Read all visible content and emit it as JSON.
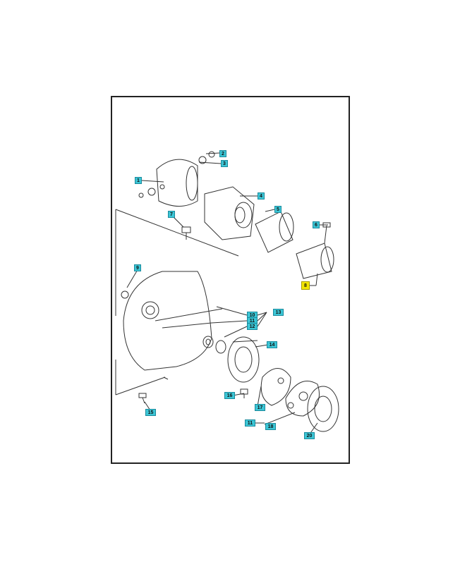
{
  "diagram": {
    "colors": {
      "callout_fill": "#3cc6d6",
      "callout_highlight": "#f3e600",
      "line": "#333333"
    },
    "callouts": [
      {
        "id": "c2",
        "label": "2"
      },
      {
        "id": "c3",
        "label": "3"
      },
      {
        "id": "c1",
        "label": "1"
      },
      {
        "id": "c4",
        "label": "4"
      },
      {
        "id": "c5",
        "label": "5"
      },
      {
        "id": "c6",
        "label": "6"
      },
      {
        "id": "c7",
        "label": "7"
      },
      {
        "id": "c8",
        "label": "8"
      },
      {
        "id": "c9",
        "label": "9"
      },
      {
        "id": "c10",
        "label": "10"
      },
      {
        "id": "c11",
        "label": "11"
      },
      {
        "id": "c12",
        "label": "12"
      },
      {
        "id": "c13",
        "label": "13"
      },
      {
        "id": "c14",
        "label": "14"
      },
      {
        "id": "c15",
        "label": "15"
      },
      {
        "id": "c16",
        "label": "16"
      },
      {
        "id": "c17",
        "label": "17"
      },
      {
        "id": "c11b",
        "label": "11"
      },
      {
        "id": "c18",
        "label": "18"
      },
      {
        "id": "c20",
        "label": "20"
      }
    ]
  }
}
